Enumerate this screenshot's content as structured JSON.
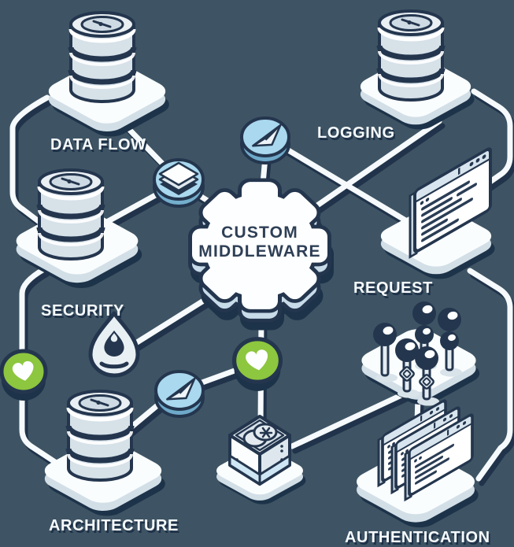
{
  "diagram": {
    "center": {
      "line1": "CUSTOM",
      "line2": "MIDDLEWARE"
    },
    "labels": {
      "data_flow": "DATA FLOW",
      "logging": "LOGGING",
      "security": "SECURITY",
      "request": "REQUEST",
      "architecture": "ARCHITECTURE",
      "authentication": "AUTHENTICATION"
    },
    "icons": [
      "gear-icon",
      "database-icon",
      "paper-plane-icon",
      "layers-icon",
      "heart-icon",
      "water-drop-icon",
      "browser-window-icon",
      "users-icon",
      "server-box-icon"
    ],
    "colors": {
      "background": "#3e5464",
      "outline": "#24364e",
      "shadow": "#1d3349",
      "platform_white": "#fafdfe",
      "light_blue": "#a9d8ef",
      "pale_blue": "#d6e1e8",
      "green": "#8dc63f"
    }
  }
}
